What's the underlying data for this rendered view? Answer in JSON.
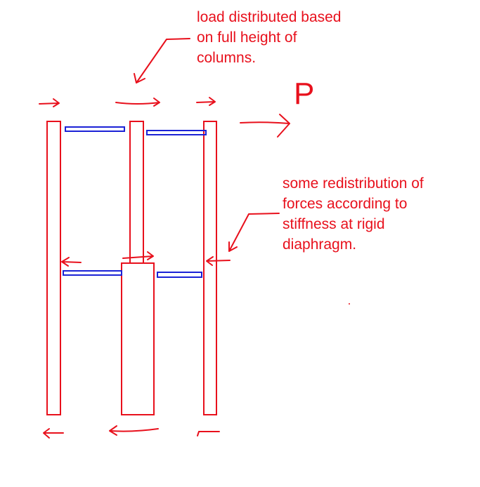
{
  "colors": {
    "background": "#ffffff",
    "ink_red": "#e8101c",
    "ink_blue": "#1b22d6"
  },
  "load_label": "P",
  "annotations": {
    "top": "load distributed based\non full height of\ncolumns.",
    "right": "some redistribution of\nforces according to\nstiffness at rigid\ndiaphragm."
  },
  "elements": {
    "columns": [
      "left-column",
      "middle-upper-column",
      "middle-lower-wall",
      "right-column"
    ],
    "diaphragms": [
      "upper-left-diaphragm",
      "upper-right-diaphragm",
      "lower-left-diaphragm",
      "lower-right-diaphragm"
    ]
  }
}
